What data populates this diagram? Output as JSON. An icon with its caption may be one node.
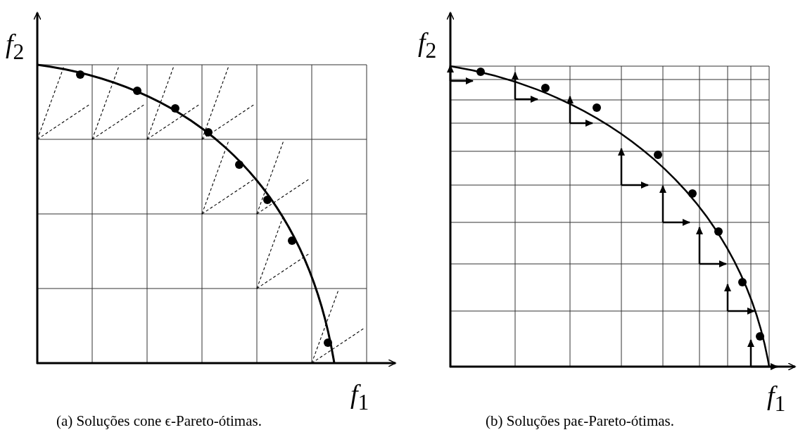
{
  "diagram": {
    "labels": [
      "*f*$_{2}$",
      "*f*$_{1}$",
      "(a) Soluções cone ϵ-Pareto-ótimas.",
      "*f*$_{2}$",
      "*f*$_{1}$",
      "(b) Soluções paϵ-Pareto-ótimas."
    ]
  }
}
